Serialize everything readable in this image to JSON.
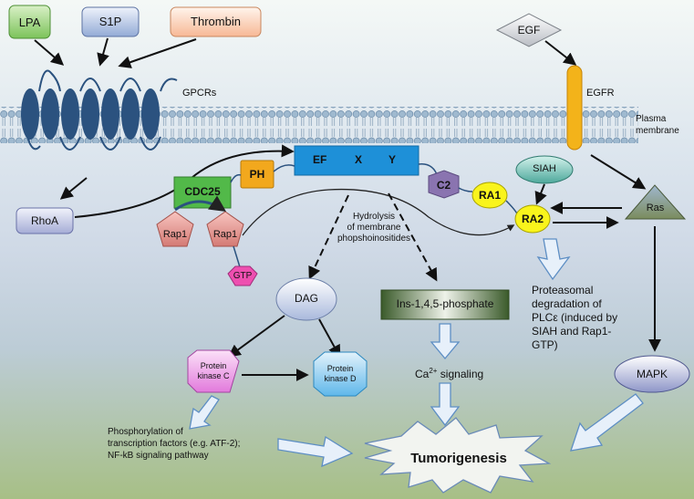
{
  "ligands": {
    "lpa": "LPA",
    "s1p": "S1P",
    "thrombin": "Thrombin",
    "egf": "EGF"
  },
  "receptors": {
    "gpcrs": "GPCRs",
    "egfr": "EGFR"
  },
  "membrane": {
    "line1": "Plasma",
    "line2": "membrane"
  },
  "plce": {
    "ef": "EF",
    "x": "X",
    "y": "Y",
    "ph": "PH",
    "cdc25": "CDC25",
    "c2": "C2",
    "ra1": "RA1",
    "ra2": "RA2"
  },
  "proteins": {
    "rhoa": "RhoA",
    "rap1_a": "Rap1",
    "rap1_b": "Rap1",
    "gtp": "GTP",
    "siah": "SIAH",
    "ras": "Ras",
    "mapk": "MAPK"
  },
  "hydrolysis": {
    "line1": "Hydrolysis",
    "line2": "of membrane",
    "line3": "phopshoinositides"
  },
  "products": {
    "dag": "DAG",
    "ip3": "Ins-1,4,5-phosphate"
  },
  "kinases": {
    "pkc_1": "Protein",
    "pkc_2": "kinase C",
    "pkd_1": "Protein",
    "pkd_2": "kinase D"
  },
  "calcium": {
    "prefix": "Ca",
    "sup": "2+",
    "suffix": " signaling"
  },
  "degradation": {
    "line1": "Proteasomal",
    "line2": "degradation of",
    "line3": "PLCε (induced by",
    "line4": "SIAH and Rap1-",
    "line5": "GTP)"
  },
  "phospho": {
    "line1": "Phosphorylation  of",
    "line2": "transcription factors (e.g. ATF-2);",
    "line3": "NF-kB signaling pathway"
  },
  "outcome": "Tumorigenesis",
  "colors": {
    "receptor": "#2b527f",
    "membrane_head": "#9fb9cf",
    "plce_box": "#1e90d8",
    "ph": "#f2a81d",
    "cdc25": "#52b949",
    "ra": "#f9f41c",
    "gtp": "#ee4fb0",
    "egfr": "#f3b31a"
  }
}
